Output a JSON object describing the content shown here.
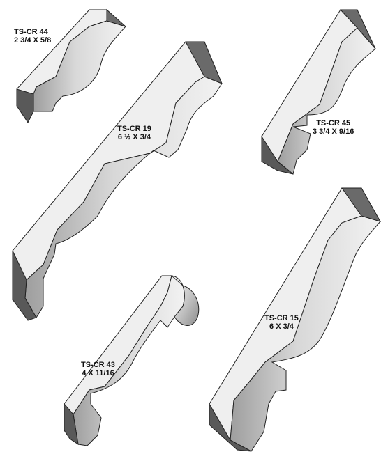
{
  "profiles": [
    {
      "id": "cr44",
      "name": "TS-CR 44",
      "size": "2 3/4 X 5/8"
    },
    {
      "id": "cr19",
      "name": "TS-CR 19",
      "size": "6 ½ X 3/4"
    },
    {
      "id": "cr45",
      "name": "TS-CR 45",
      "size": "3 3/4 X 9/16"
    },
    {
      "id": "cr43",
      "name": "TS-CR 43",
      "size": "4 X 11/16"
    },
    {
      "id": "cr15",
      "name": "TS-CR 15",
      "size": "6 X 3/4"
    }
  ],
  "colors": {
    "face": "#eeeeee",
    "shade": "#bfbfbf",
    "end_cap": "#595959",
    "outline": "#222222"
  }
}
